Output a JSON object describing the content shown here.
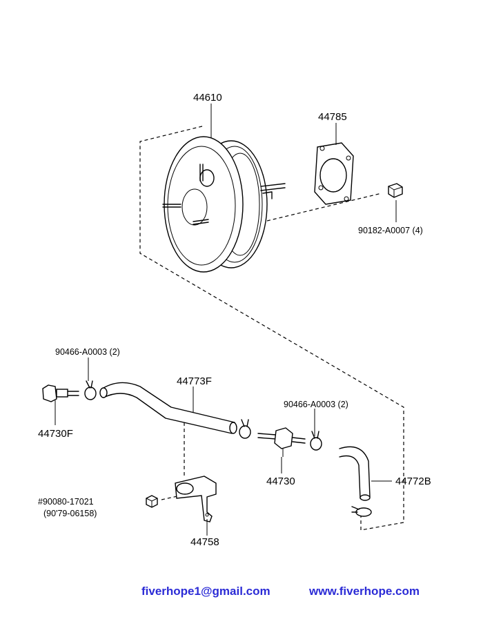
{
  "parts": {
    "booster": "44610",
    "gasket": "44785",
    "nut": "90182-A0007 (4)",
    "clamp_upper": "90466-A0003 (2)",
    "hose_main": "44773F",
    "check_valve_fitting": "44730F",
    "clamp_lower": "90466-A0003 (2)",
    "check_valve": "44730",
    "hose_short": "44772B",
    "bolt_primary": "#90080-17021",
    "bolt_alternate": "(90'79-06158)",
    "bracket": "44758"
  },
  "footer": {
    "email": "fiverhope1@gmail.com",
    "website": "www.fiverhope.com",
    "color": "#2b2bd6"
  }
}
